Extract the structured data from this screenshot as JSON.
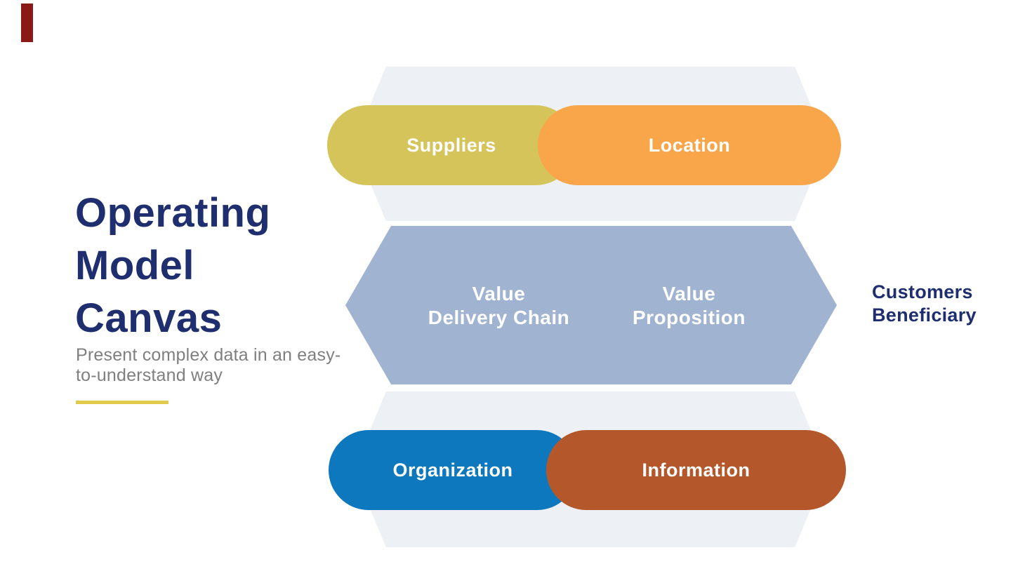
{
  "accent_bar": {
    "color": "#8B1A17"
  },
  "left_panel": {
    "title_line1": "Operating",
    "title_line2": "Model",
    "title_line3": "Canvas",
    "title_color": "#1E2E6E",
    "subtitle_line1": "Present complex data in an easy-",
    "subtitle_line2": "to-understand way",
    "subtitle_color": "#7F7F7F",
    "divider_color": "#E2CB4C"
  },
  "canvas": {
    "background_hexagon_color": "#EDF0F4",
    "top_row": {
      "suppliers_label": "Suppliers",
      "suppliers_color": "#D5C45A",
      "location_label": "Location",
      "location_color": "#F9A64A"
    },
    "middle_row": {
      "shape_color": "#A0B3D0",
      "value_delivery_chain": {
        "line1": "Value",
        "line2": "Delivery Chain"
      },
      "value_proposition": {
        "line1": "Value",
        "line2": "Proposition"
      }
    },
    "bottom_row": {
      "organization_label": "Organization",
      "organization_color": "#0E78BE",
      "information_label": "Information",
      "information_color": "#B4582B"
    },
    "side_label": {
      "line1": "Customers",
      "line2": "Beneficiary",
      "color": "#1E2E6E"
    }
  }
}
